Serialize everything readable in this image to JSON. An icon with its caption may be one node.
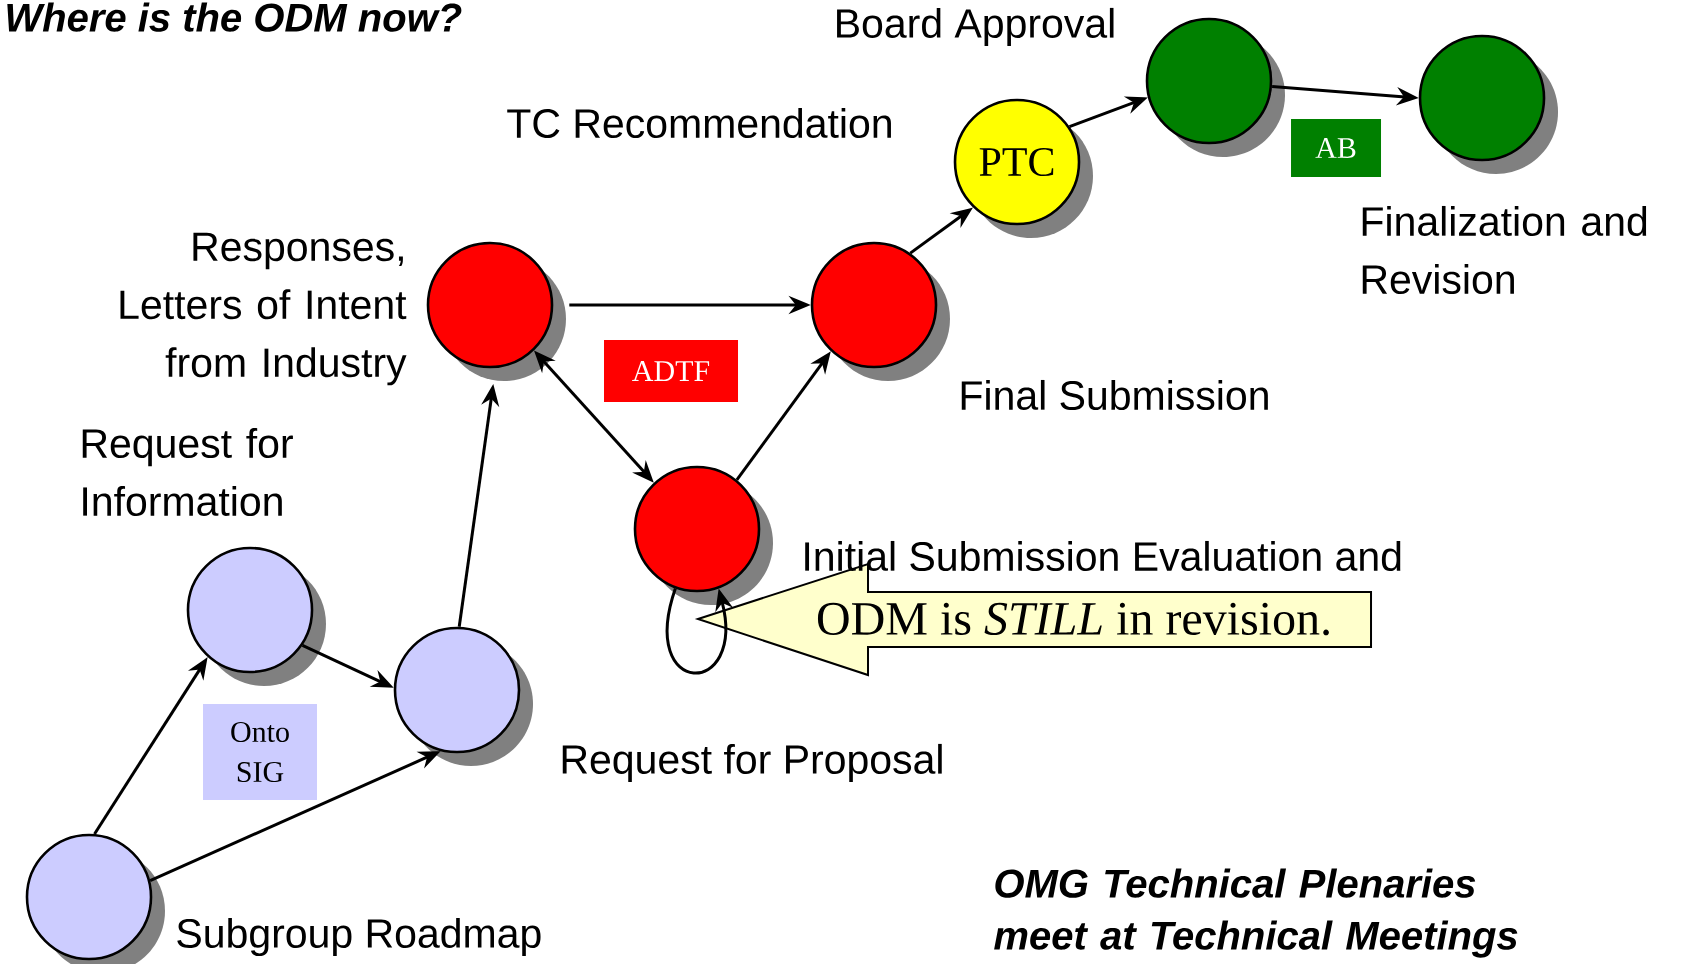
{
  "diagram": {
    "title": "Where is the ODM now?",
    "nodes": [
      {
        "text": [],
        "shape": "circle",
        "beside": [
          "Subgroup Roadmap"
        ]
      },
      {
        "text": [],
        "shape": "circle",
        "beside": [
          "Request for Information"
        ]
      },
      {
        "text": [],
        "shape": "circle",
        "beside": [
          "Request for Proposal"
        ]
      },
      {
        "text": [],
        "shape": "circle",
        "beside": [
          "Responses, Letters of Intent from Industry"
        ]
      },
      {
        "text": [],
        "shape": "circle"
      },
      {
        "text": [],
        "shape": "circle",
        "beside": [
          "Final Submission"
        ]
      },
      {
        "text": [
          "PTC"
        ],
        "beside": [
          "TC Recommendation"
        ]
      },
      {
        "text": [],
        "shape": "circle",
        "beside": [
          "Board Approval"
        ]
      },
      {
        "text": [],
        "shape": "circle",
        "beside": [
          "Finalization and Revision"
        ]
      },
      {
        "text": [
          "Onto SIG"
        ]
      },
      {
        "text": [
          "ADTF"
        ]
      },
      {
        "text": [
          "AB"
        ]
      },
      {
        "text": [
          "ODM is *STILL* in revision."
        ]
      }
    ],
    "edges": [
      {
        "from": 0,
        "to": 1,
        "arrow": "to"
      },
      {
        "from": 0,
        "to": 2,
        "arrow": "to"
      },
      {
        "from": 1,
        "to": 2,
        "arrow": "to"
      },
      {
        "from": 2,
        "to": 3,
        "arrow": "to"
      },
      {
        "from": 3,
        "to": 4,
        "arrow": "both"
      },
      {
        "from": 3,
        "to": 5,
        "arrow": "to"
      },
      {
        "from": 4,
        "to": 5,
        "arrow": "to"
      },
      {
        "from": 4,
        "to": 4,
        "arrow": "to"
      },
      {
        "from": 5,
        "to": 6,
        "arrow": "to"
      },
      {
        "from": 6,
        "to": 7,
        "arrow": "to"
      },
      {
        "from": 7,
        "to": 8,
        "arrow": "to"
      }
    ],
    "labels": [
      "Initial Submission Evaluation and",
      "OMG Technical Plenaries meet at Technical Meetings"
    ]
  }
}
